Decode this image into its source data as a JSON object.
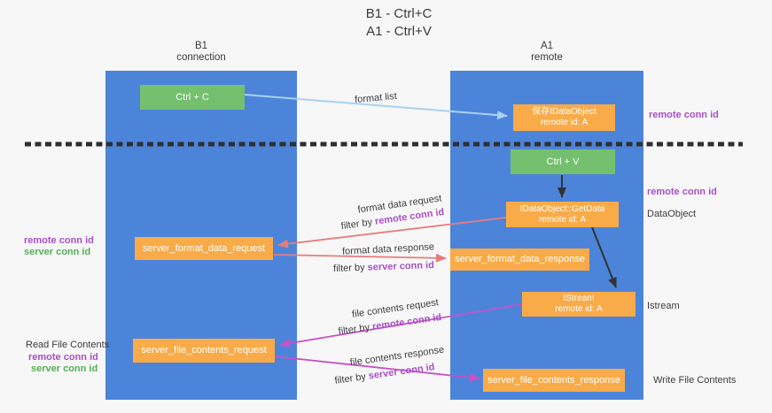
{
  "title": {
    "line1": "B1 - Ctrl+C",
    "line2": "A1 - Ctrl+V"
  },
  "lanes": {
    "left": {
      "name": "B1",
      "sub": "connection"
    },
    "right": {
      "name": "A1",
      "sub": "remote"
    }
  },
  "nodes": {
    "ctrl_c": {
      "label": "Ctrl + C"
    },
    "save_idataobject": {
      "line1": "保存IDataObject",
      "line2": "remote id: A"
    },
    "ctrl_v": {
      "label": "Ctrl + V"
    },
    "getdata": {
      "line1": "IDataObject::GetData",
      "line2": "remote id: A"
    },
    "server_format_data_request": {
      "label": "server_format_data_request"
    },
    "server_format_data_response": {
      "label": "server_format_data_response"
    },
    "istream": {
      "line1": "IStream",
      "line2": "remote id: A"
    },
    "server_file_contents_request": {
      "label": "server_file_contents_request"
    },
    "server_file_contents_response": {
      "label": "server_file_contents_response"
    }
  },
  "flow_labels": {
    "format_list": "format list",
    "format_data_request": "format data request",
    "format_data_response": "format data response",
    "file_contents_request": "file contents request",
    "file_contents_response": "file contents response",
    "filter_by": "filter by",
    "remote_conn_id": "remote conn id",
    "server_conn_id": "server conn id"
  },
  "side_labels": {
    "remote_conn_id_top": "remote conn id",
    "remote_conn_id_mid": "remote conn id",
    "dataobject": "DataObject",
    "istream": "Istream",
    "write_file_contents": "Write File Contents",
    "read_file_contents": "Read File Contents",
    "left_remote_conn_id": "remote conn id",
    "left_server_conn_id": "server conn id",
    "bottom_left_remote_conn_id": "remote conn id",
    "bottom_left_server_conn_id": "server conn id"
  },
  "colors": {
    "lane_blue": "#4c84da",
    "box_orange": "#f8ab48",
    "box_green": "#74c06e",
    "arrow_blue": "#a9d2f0",
    "arrow_red": "#e87c7c",
    "arrow_magenta": "#c751c7",
    "divider_black": "#2f2f2f",
    "text_purple": "#a850c5",
    "text_green": "#56ad57",
    "text_dark": "#3c3c3c",
    "background": "#f7f7f8"
  }
}
